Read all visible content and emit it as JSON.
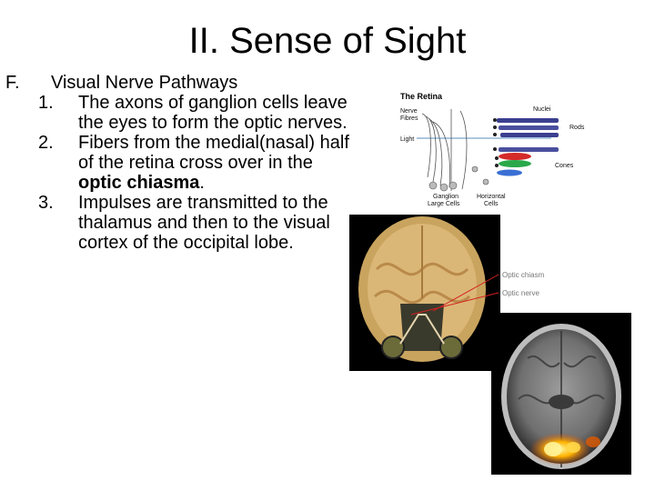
{
  "slide": {
    "title": "II. Sense of Sight",
    "section_label": "F.",
    "section_title": "Visual Nerve Pathways",
    "items": [
      {
        "num": "1.",
        "text": "The axons of ganglion cells leave the eyes to form the optic nerves."
      },
      {
        "num": "2.",
        "text_before": "Fibers from the medial(nasal) half of the retina cross over in the ",
        "bold": "optic chiasma",
        "text_after": "."
      },
      {
        "num": "3.",
        "text": "Impulses are transmitted to the thalamus and then to the visual cortex of the occipital lobe."
      }
    ]
  },
  "retina_diagram": {
    "title": "The Retina",
    "labels": {
      "nerve_fibres_1": "Nerve",
      "nerve_fibres_2": "Fibres",
      "light": "Light",
      "nuclei": "Nuclei",
      "rods": "Rods",
      "cones": "Cones",
      "ganglion_1": "Ganglion",
      "ganglion_2": "Large Cells",
      "horizontal_1": "Horizontal",
      "horizontal_2": "Cells"
    }
  },
  "brain_section": {
    "labels": {
      "optic_chiasm": "Optic chiasm",
      "optic_nerve": "Optic nerve"
    },
    "colors": {
      "pointer": "#d42020"
    }
  }
}
